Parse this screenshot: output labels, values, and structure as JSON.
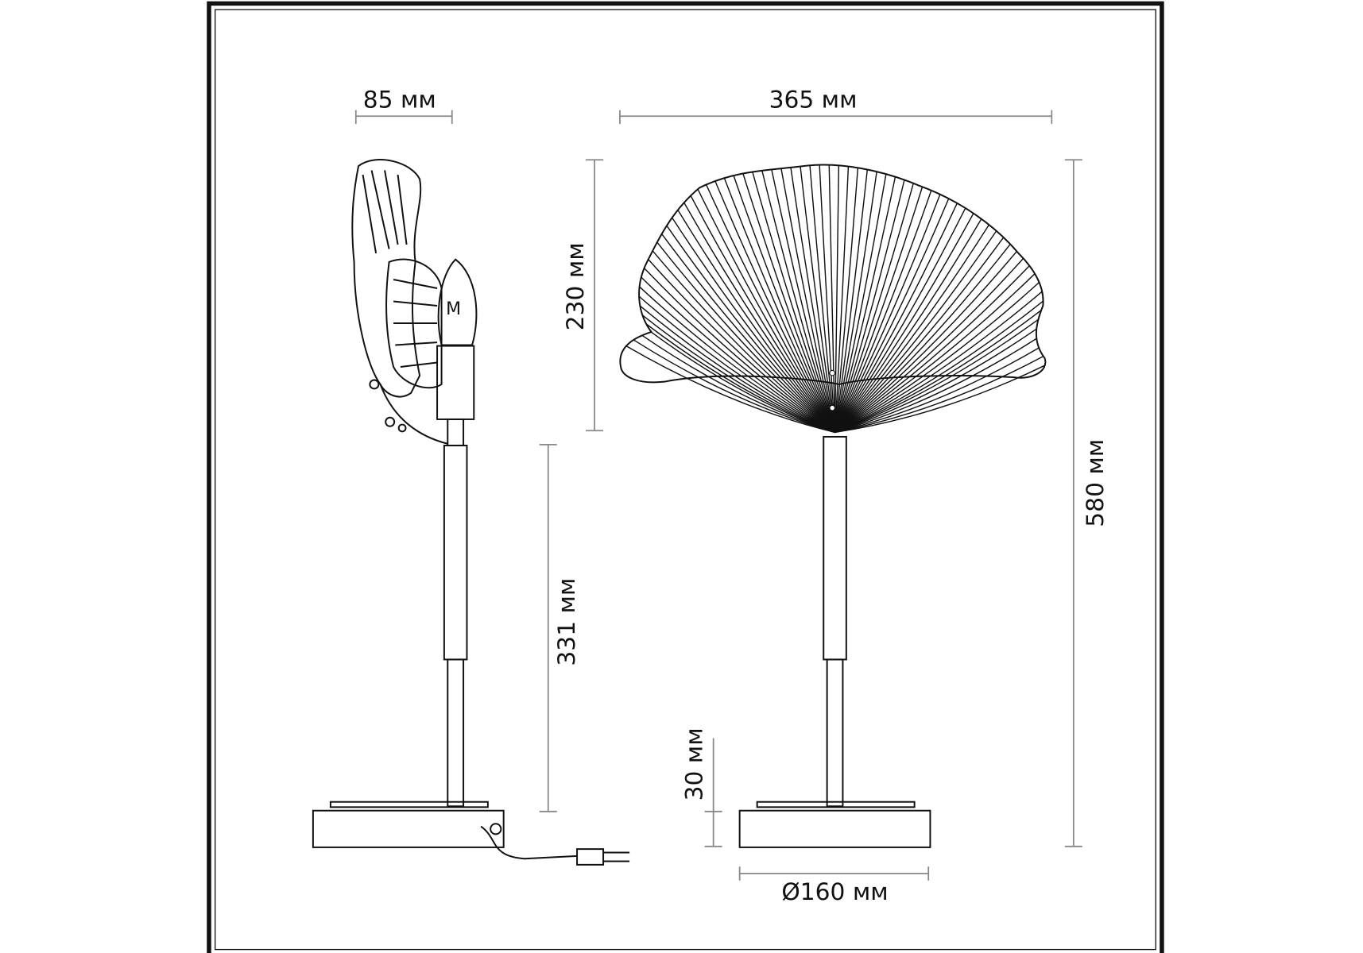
{
  "drawing": {
    "dimensions": {
      "side_width": "85 мм",
      "shade_width": "365 мм",
      "shade_height": "230 мм",
      "stem_height": "331 мм",
      "total_height": "580 мм",
      "base_height": "30 мм",
      "base_diameter": "Ø160 мм"
    },
    "bulb_marker": "M"
  }
}
